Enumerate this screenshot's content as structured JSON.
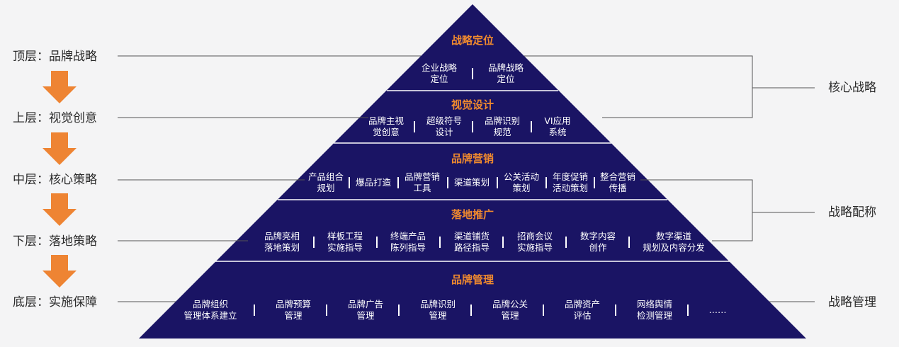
{
  "left_labels": [
    "顶层：品牌战略",
    "上层：视觉创意",
    "中层：核心策略",
    "下层：落地策略",
    "底层：实施保障"
  ],
  "right_labels": [
    "核心战略",
    "战略配称",
    "战略管理"
  ],
  "layers": [
    {
      "title": "战略定位",
      "items": [
        [
          "企业战略",
          "定位"
        ],
        [
          "品牌战略",
          "定位"
        ]
      ]
    },
    {
      "title": "视觉设计",
      "items": [
        [
          "品牌主视",
          "觉创意"
        ],
        [
          "超级符号",
          "设计"
        ],
        [
          "品牌识别",
          "规范"
        ],
        [
          "VI应用",
          "系统"
        ]
      ]
    },
    {
      "title": "品牌营销",
      "items": [
        [
          "产品组合",
          "规划"
        ],
        [
          "爆品打造"
        ],
        [
          "品牌营销",
          "工具"
        ],
        [
          "渠道策划"
        ],
        [
          "公关活动",
          "策划"
        ],
        [
          "年度促销",
          "活动策划"
        ],
        [
          "整合营销",
          "传播"
        ]
      ]
    },
    {
      "title": "落地推广",
      "items": [
        [
          "品牌亮相",
          "落地策划"
        ],
        [
          "样板工程",
          "实施指导"
        ],
        [
          "终端产品",
          "陈列指导"
        ],
        [
          "渠道铺货",
          "路径指导"
        ],
        [
          "招商会议",
          "实施指导"
        ],
        [
          "数字内容",
          "创作"
        ],
        [
          "数字渠道",
          "规划及内容分发"
        ]
      ]
    },
    {
      "title": "品牌管理",
      "items": [
        [
          "品牌组织",
          "管理体系建立"
        ],
        [
          "品牌预算",
          "管理"
        ],
        [
          "品牌广告",
          "管理"
        ],
        [
          "品牌识别",
          "管理"
        ],
        [
          "品牌公关",
          "管理"
        ],
        [
          "品牌资产",
          "评估"
        ],
        [
          "网络舆情",
          "检测管理"
        ],
        [
          "……"
        ]
      ]
    }
  ],
  "colors": {
    "pyramid": "#1a1464",
    "title": "#f08a2e",
    "arrow": "#ee8433",
    "line": "#555555"
  }
}
